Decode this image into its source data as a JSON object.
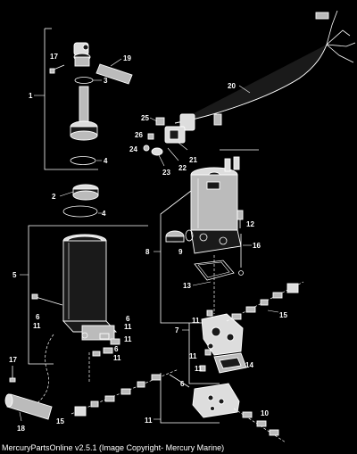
{
  "caption": "MercuryPartsOnline v2.5.1 (Image Copyright- Mercury Marine)",
  "callouts": {
    "c1": "1",
    "c2": "2",
    "c3": "3",
    "c4a": "4",
    "c4b": "4",
    "c5": "5",
    "c6a": "6",
    "c6b": "6",
    "c6c": "6",
    "c6d": "6",
    "c7": "7",
    "c8": "8",
    "c9": "9",
    "c10": "10",
    "c11a": "11",
    "c11b": "11",
    "c11c": "11",
    "c11d": "11",
    "c11e": "11",
    "c11f": "11",
    "c11g": "11",
    "c12": "12",
    "c13": "13",
    "c14": "14",
    "c15a": "15",
    "c15b": "15",
    "c16": "16",
    "c17a": "17",
    "c17b": "17",
    "c18": "18",
    "c19": "19",
    "c20": "20",
    "c21": "21",
    "c22": "22",
    "c23": "23",
    "c24": "24",
    "c25": "25",
    "c26": "26"
  }
}
